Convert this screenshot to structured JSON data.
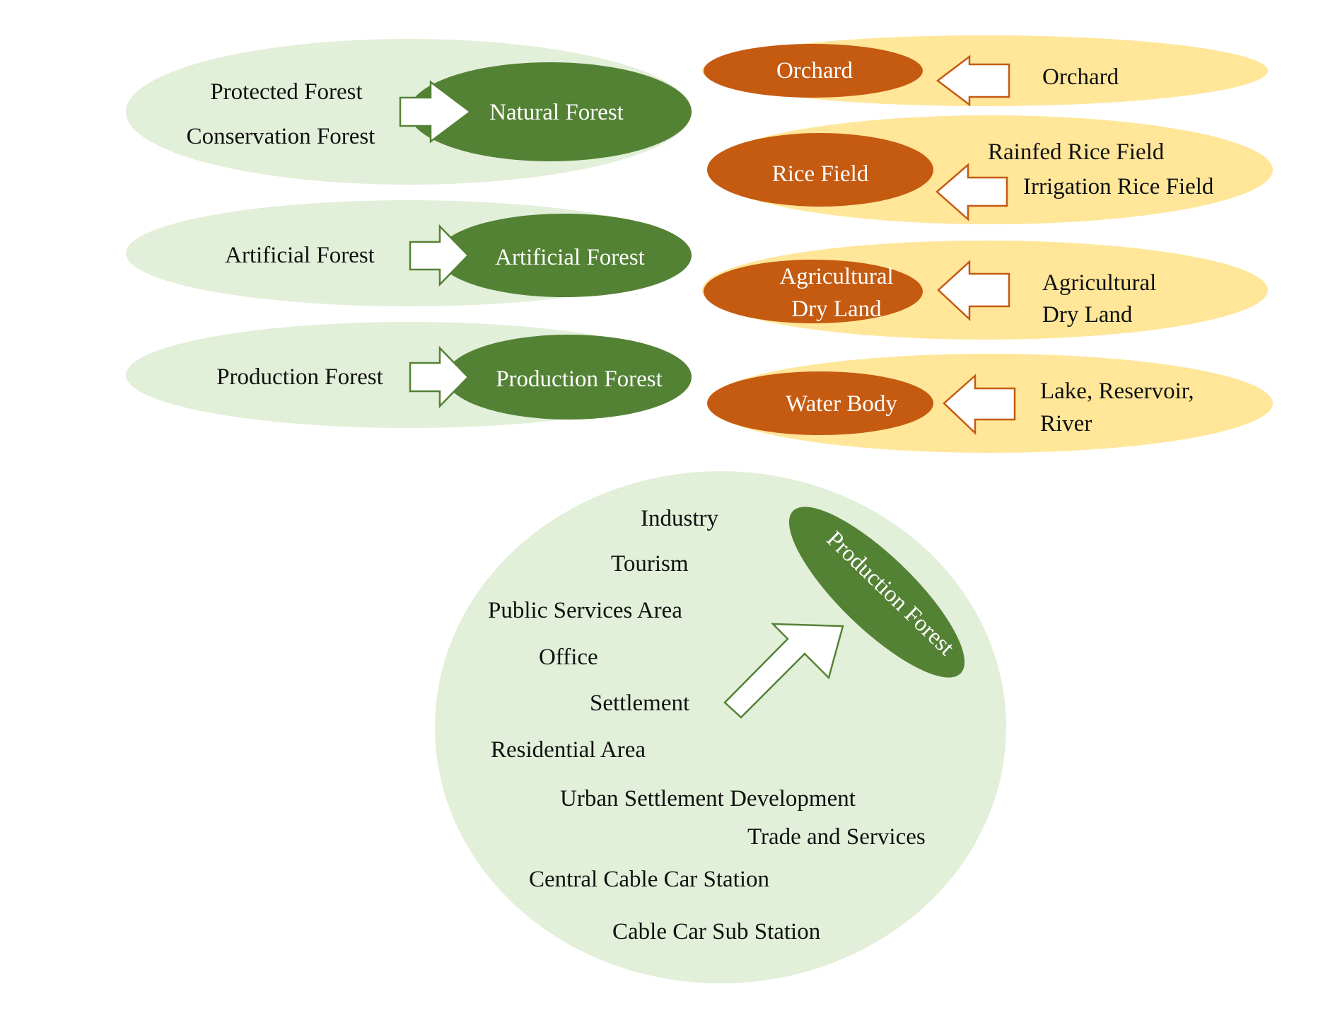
{
  "colors": {
    "light_green": "#e2efd9",
    "dark_green": "#548235",
    "light_yellow": "#ffe699",
    "dark_orange": "#c55a11",
    "arrow_stroke_green": "#548235",
    "arrow_stroke_orange": "#c55a11"
  },
  "forest_groups": [
    {
      "sources": [
        "Protected Forest",
        "Conservation Forest"
      ],
      "target": "Natural Forest"
    },
    {
      "sources": [
        "Artificial Forest"
      ],
      "target": "Artificial Forest"
    },
    {
      "sources": [
        "Production Forest"
      ],
      "target": "Production Forest"
    }
  ],
  "agri_groups": [
    {
      "target": "Orchard",
      "sources": [
        "Orchard"
      ]
    },
    {
      "target": "Rice Field",
      "sources": [
        "Rainfed Rice Field",
        "Irrigation Rice Field"
      ]
    },
    {
      "target": [
        "Agricultural",
        "Dry Land"
      ],
      "sources": [
        "Agricultural",
        "Dry Land"
      ]
    },
    {
      "target": "Water Body",
      "sources": [
        "Lake, Reservoir,",
        "River"
      ]
    }
  ],
  "bottom_group": {
    "target": "Production Forest",
    "sources": [
      "Industry",
      "Tourism",
      "Public Services Area",
      "Office",
      "Settlement",
      "Residential Area",
      "Urban Settlement Development",
      "Trade and Services",
      "Central Cable Car Station",
      "Cable Car Sub Station"
    ]
  }
}
